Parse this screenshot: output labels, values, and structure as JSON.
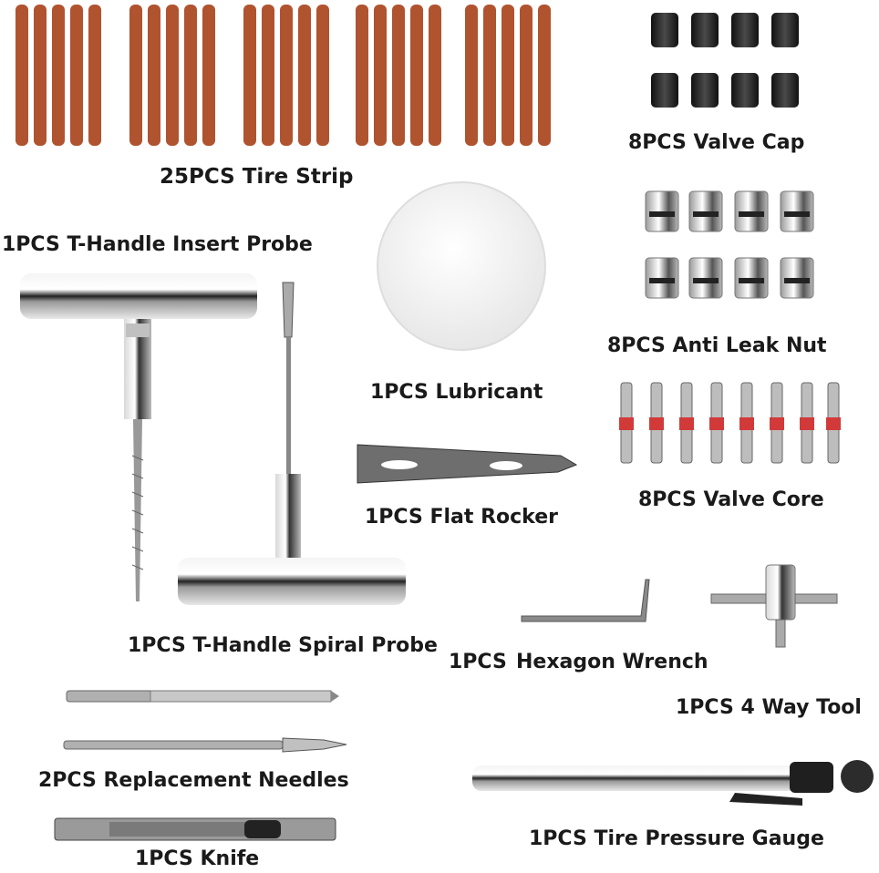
{
  "labels": {
    "tire_strip": "25PCS Tire Strip",
    "valve_cap": "8PCS Valve Cap",
    "insert_probe": "1PCS T-Handle Insert Probe",
    "lubricant": "1PCS Lubricant",
    "anti_leak_nut": "8PCS Anti Leak Nut",
    "valve_core": "8PCS Valve Core",
    "flat_rocker": "1PCS Flat Rocker",
    "spiral_probe": "1PCS T-Handle Spiral Probe",
    "hex_wrench_qty": "1PCS",
    "hex_wrench_name": "Hexagon Wrench",
    "four_way_tool": "1PCS 4 Way Tool",
    "needles": "2PCS Replacement Needles",
    "pressure_gauge": "1PCS Tire Pressure Gauge",
    "knife": "1PCS Knife"
  },
  "colors": {
    "strip": "#b0532f",
    "strip_dark": "#8f3d20",
    "chrome": "#c9c9c9",
    "cap": "#2a2a2a",
    "valve_red": "#d23a3a",
    "text": "#1a1a1a"
  }
}
